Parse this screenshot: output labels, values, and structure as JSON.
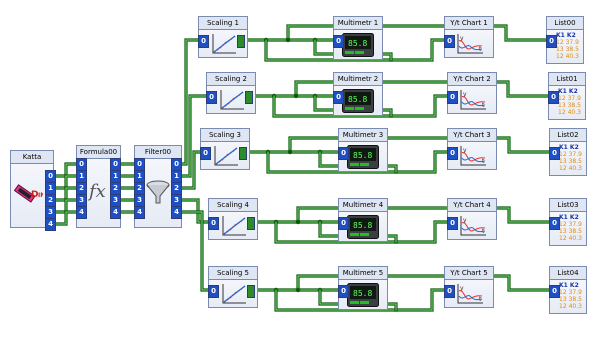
{
  "nodes": {
    "katta": {
      "title": "Katta",
      "ports": [
        "0",
        "1",
        "2",
        "3",
        "4"
      ]
    },
    "formula": {
      "title": "Formula00",
      "in_ports": [
        "0",
        "1",
        "2",
        "3",
        "4"
      ],
      "out_ports": [
        "0",
        "1",
        "2",
        "3",
        "4"
      ],
      "symbol": "fx"
    },
    "filter": {
      "title": "Filter00",
      "in_ports": [
        "0",
        "1",
        "2",
        "3",
        "4"
      ],
      "out_ports": [
        "0",
        "1",
        "2",
        "3",
        "4"
      ]
    },
    "scaling": [
      {
        "title": "Scaling 1",
        "port": "0"
      },
      {
        "title": "Scaling 2",
        "port": "0"
      },
      {
        "title": "Scaling 3",
        "port": "0"
      },
      {
        "title": "Scaling 4",
        "port": "0"
      },
      {
        "title": "Scaling 5",
        "port": "0"
      }
    ],
    "multimetr": [
      {
        "title": "Multimetr 1",
        "port": "0",
        "display": "85.8"
      },
      {
        "title": "Multimetr 2",
        "port": "0",
        "display": "85.8"
      },
      {
        "title": "Multimetr 3",
        "port": "0",
        "display": "85.8"
      },
      {
        "title": "Multimetr 4",
        "port": "0",
        "display": "85.8"
      },
      {
        "title": "Multimetr 5",
        "port": "0",
        "display": "85.8"
      }
    ],
    "chart": [
      {
        "title": "Y/t Chart 1",
        "port": "0"
      },
      {
        "title": "Y/t Chart 2",
        "port": "0"
      },
      {
        "title": "Y/t Chart 3",
        "port": "0"
      },
      {
        "title": "Y/t Chart 4",
        "port": "0"
      },
      {
        "title": "Y/t Chart 5",
        "port": "0"
      }
    ],
    "list": [
      {
        "title": "List00",
        "port": "0"
      },
      {
        "title": "List01",
        "port": "0"
      },
      {
        "title": "List02",
        "port": "0"
      },
      {
        "title": "List03",
        "port": "0"
      },
      {
        "title": "List04",
        "port": "0"
      }
    ]
  },
  "list_table": {
    "headers": [
      "K1",
      "K2"
    ],
    "rows": [
      [
        "12",
        "37.9"
      ],
      [
        "13",
        "38.5"
      ],
      [
        "12",
        "40.3"
      ]
    ]
  },
  "colors": {
    "wire": "#0a5a0a",
    "wire_light": "#6fd36f",
    "port_blue": "#1f4fc5",
    "port_green": "#2b8c2b",
    "title_bg": "#dfe6f3"
  },
  "icons": {
    "katta": "din-connector-icon",
    "formula": "function-icon",
    "filter": "funnel-icon",
    "scaling": "scaling-graph-icon",
    "multimetr": "meter-icon",
    "chart": "yt-chart-icon"
  }
}
